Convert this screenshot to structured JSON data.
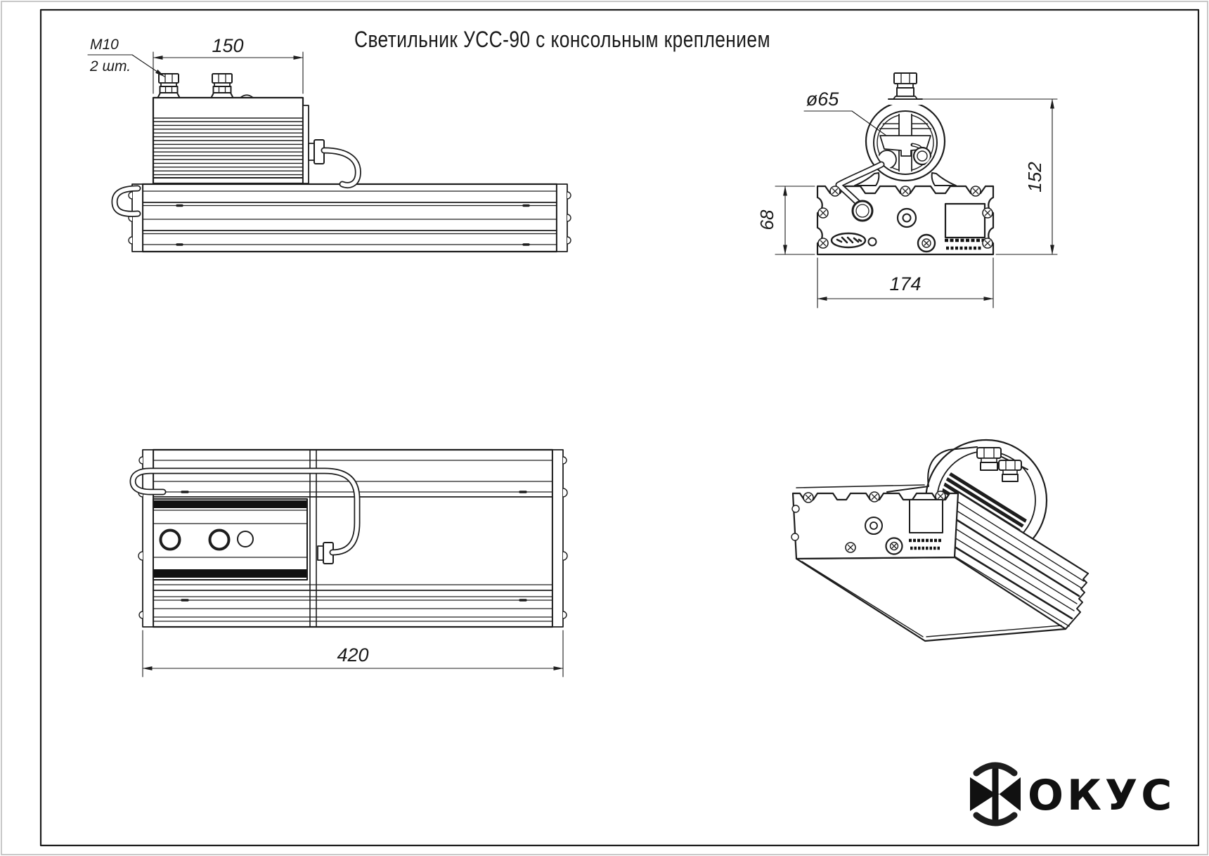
{
  "title": "Светильник УСС-90 с консольным креплением",
  "side_view": {
    "note_thread": "М10",
    "note_qty": "2 шт.",
    "dim_width": "150"
  },
  "top_view": {
    "dim_length": "420"
  },
  "end_view": {
    "dim_clamp_diameter": "ø65",
    "dim_total_height": "152",
    "dim_body_height": "68",
    "dim_body_width": "174"
  },
  "logo": {
    "brand": "ФОКУС",
    "wordmark": "ОКУС"
  },
  "colors": {
    "line": "#1d1d1d",
    "paper": "#ffffff"
  }
}
